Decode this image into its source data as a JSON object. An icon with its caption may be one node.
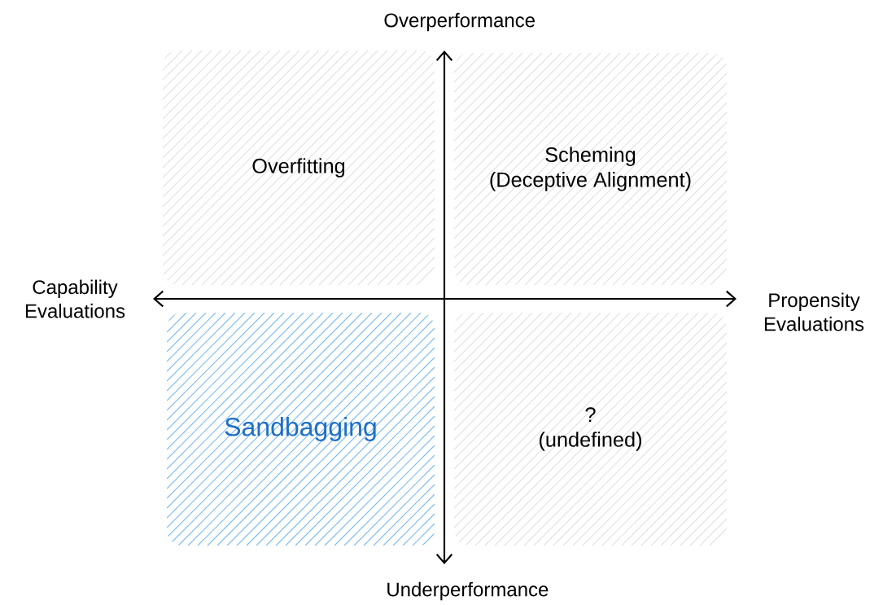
{
  "diagram": {
    "nodes": [
      {
        "text": [
          "Overfitting"
        ]
      },
      {
        "text": [
          "Scheming",
          "(Deceptive Alignment)"
        ]
      },
      {
        "text": [
          "Sandbagging"
        ]
      },
      {
        "text": [
          "?",
          "(undefined)"
        ]
      }
    ],
    "labels": [
      "Overperformance",
      "Capability Evaluations",
      "Propensity Evaluations",
      "Underperformance"
    ]
  }
}
